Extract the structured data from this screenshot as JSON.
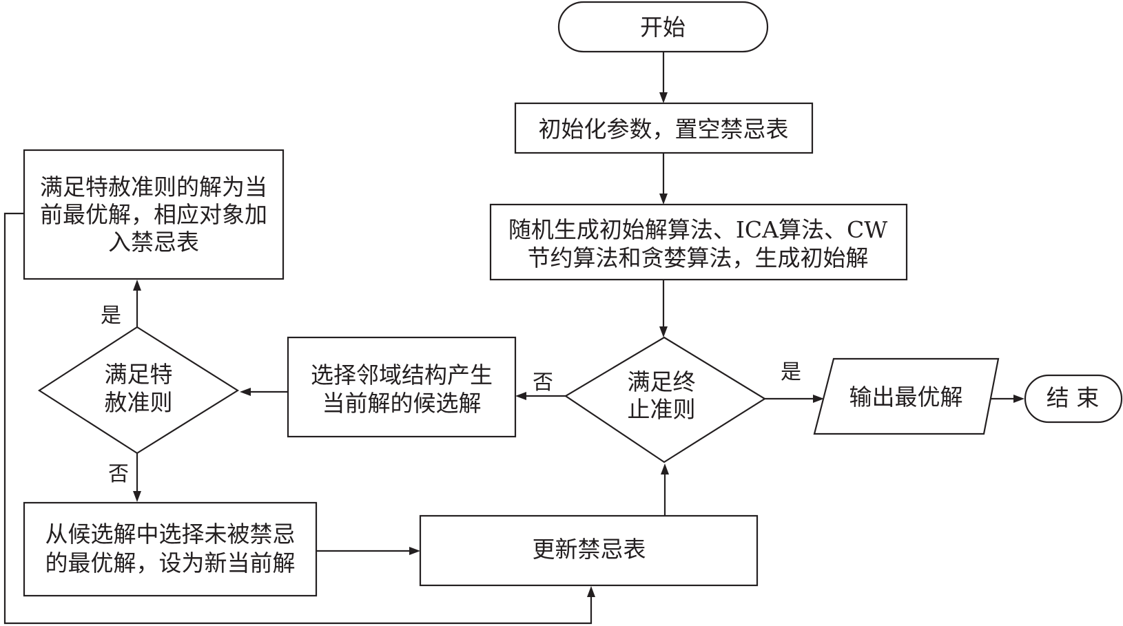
{
  "nodes": {
    "start": {
      "lines": [
        "开始"
      ]
    },
    "init_params": {
      "lines": [
        "初始化参数，置空禁忌表"
      ]
    },
    "gen_initial": {
      "lines": [
        "随机生成初始解算法、ICA算法、CW",
        "节约算法和贪婪算法，生成初始解"
      ]
    },
    "check_stop": {
      "lines": [
        "满足终",
        "止准则"
      ]
    },
    "output_best": {
      "lines": [
        "输出最优解"
      ]
    },
    "end": {
      "lines": [
        "结 束"
      ]
    },
    "select_neighbor": {
      "lines": [
        "选择邻域结构产生",
        "当前解的候选解"
      ]
    },
    "check_aspiration": {
      "lines": [
        "满足特",
        "赦准则"
      ]
    },
    "aspiration_update": {
      "lines": [
        "满足特赦准则的解为当",
        "前最优解，相应对象加",
        "入禁忌表"
      ]
    },
    "choose_best_nontabu": {
      "lines": [
        "从候选解中选择未被禁忌",
        "的最优解，设为新当前解"
      ]
    },
    "update_tabu": {
      "lines": [
        "更新禁忌表"
      ]
    }
  },
  "edge_labels": {
    "stop_yes": "是",
    "stop_no": "否",
    "aspiration_yes": "是",
    "aspiration_no": "否"
  }
}
